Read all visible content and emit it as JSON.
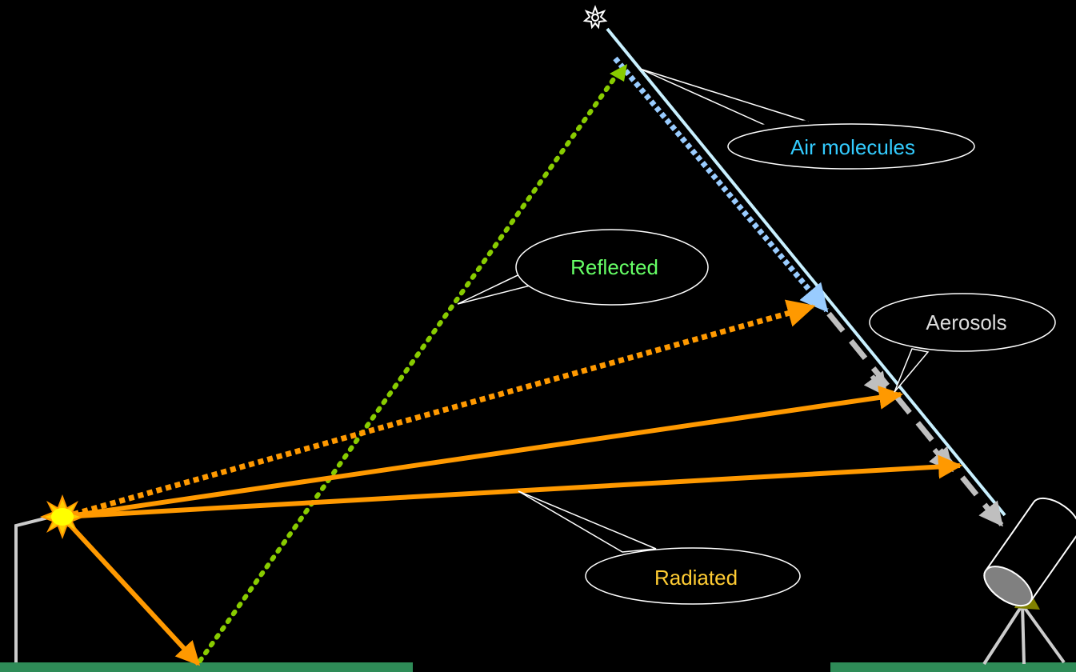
{
  "labels": {
    "air_molecules": "Air molecules",
    "reflected": "Reflected",
    "aerosols": "Aerosols",
    "radiated": "Radiated"
  },
  "colors": {
    "background": "#000000",
    "ground": "#2e8b57",
    "sky_beam": "#c8f0ff",
    "air_molecules_text": "#33ccff",
    "air_molecules_scatter": "#99ccff",
    "reflected_text": "#66ff66",
    "reflected_path": "#88cc00",
    "aerosols_text": "#dddddd",
    "aerosols_scatter": "#bfbfbf",
    "radiated_text": "#ffcc33",
    "radiated_path": "#ff9900",
    "pole": "#cccccc",
    "lamp_core": "#ffff00",
    "lamp_rays": "#ff9900",
    "telescope_body": "#ffffff",
    "telescope_lens": "#808080",
    "finder_scope": "#808000",
    "tripod": "#cccccc"
  },
  "icons": {
    "star": "star-icon",
    "streetlight": "streetlight-icon",
    "telescope": "telescope-icon"
  }
}
